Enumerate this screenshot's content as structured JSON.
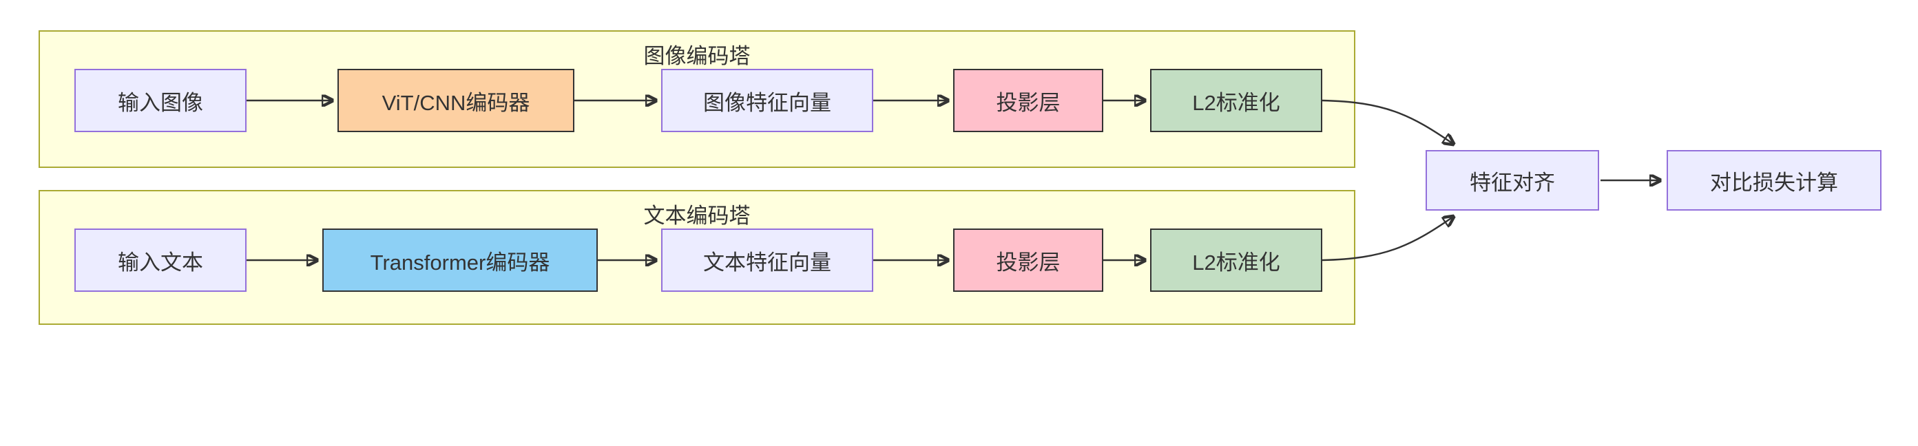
{
  "diagram_type": "flowchart",
  "clusters": {
    "image_tower": {
      "label": "图像编码塔"
    },
    "text_tower": {
      "label": "文本编码塔"
    }
  },
  "nodes": {
    "img_input": {
      "label": "输入图像"
    },
    "img_encoder": {
      "label": "ViT/CNN编码器"
    },
    "img_feature": {
      "label": "图像特征向量"
    },
    "img_projection": {
      "label": "投影层"
    },
    "img_l2norm": {
      "label": "L2标准化"
    },
    "txt_input": {
      "label": "输入文本"
    },
    "txt_encoder": {
      "label": "Transformer编码器"
    },
    "txt_feature": {
      "label": "文本特征向量"
    },
    "txt_projection": {
      "label": "投影层"
    },
    "txt_l2norm": {
      "label": "L2标准化"
    },
    "align": {
      "label": "特征对齐"
    },
    "loss": {
      "label": "对比损失计算"
    }
  },
  "edges": [
    {
      "from": "输入图像",
      "to": "ViT/CNN编码器"
    },
    {
      "from": "ViT/CNN编码器",
      "to": "图像特征向量"
    },
    {
      "from": "图像特征向量",
      "to": "投影层"
    },
    {
      "from": "投影层",
      "to": "L2标准化"
    },
    {
      "from": "L2标准化(图像)",
      "to": "特征对齐"
    },
    {
      "from": "输入文本",
      "to": "Transformer编码器"
    },
    {
      "from": "Transformer编码器",
      "to": "文本特征向量"
    },
    {
      "from": "文本特征向量",
      "to": "投影层"
    },
    {
      "from": "投影层",
      "to": "L2标准化"
    },
    {
      "from": "L2标准化(文本)",
      "to": "特征对齐"
    },
    {
      "from": "特征对齐",
      "to": "对比损失计算"
    }
  ],
  "colors": {
    "node_default_fill": "#ECECFF",
    "node_default_border": "#9370DB",
    "cluster_fill": "#FFFFDE",
    "cluster_border": "#AAAA33",
    "image_encoder_fill": "#FDD0A2",
    "text_encoder_fill": "#8DD0F5",
    "projection_fill": "#FFC0CB",
    "l2norm_fill": "#C3DEC3",
    "dark_border": "#333333",
    "edge_color": "#333333",
    "text_color": "#333333",
    "background": "#FFFFFF"
  }
}
